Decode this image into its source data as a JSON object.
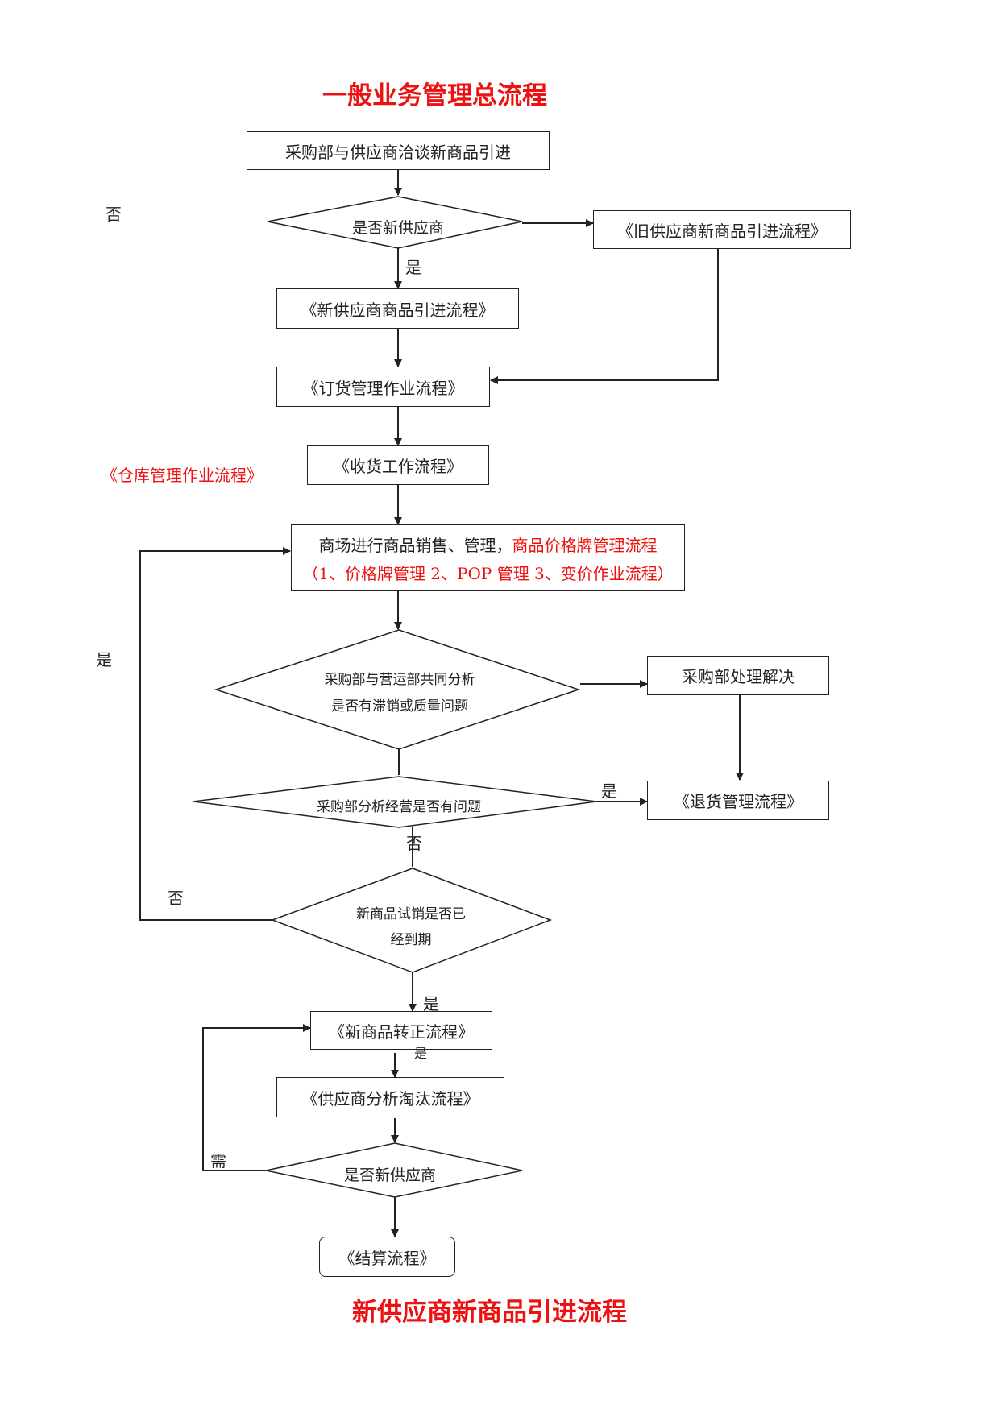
{
  "title_main": "一般业务管理总流程",
  "title_next": "新供应商新商品引进流程",
  "colors": {
    "accent": "#ee1111",
    "line": "#222222"
  },
  "nodes": {
    "start": "采购部与供应商洽谈新商品引进",
    "decision_new_supplier": "是否新供应商",
    "old_supplier_flow": "《旧供应商新商品引进流程》",
    "new_supplier_flow": "《新供应商商品引进流程》",
    "order_flow": "《订货管理作业流程》",
    "receiving_flow": "《收货工作流程》",
    "warehouse_flow": "《仓库管理作业流程》",
    "store_ops_line1_prefix": "商场进行商品销售、管理，",
    "store_ops_line1_red": "商品价格牌管理流程",
    "store_ops_line2": "（1、价格牌管理 2、POP 管理 3、变价作业流程）",
    "decision_analysis_line1": "采购部与营运部共同分析",
    "decision_analysis_line2": "是否有滞销或质量问题",
    "purchasing_resolve": "采购部处理解决",
    "decision_operation": "采购部分析经营是否有问题",
    "return_flow": "《退货管理流程》",
    "decision_trial_line1": "新商品试销是否已",
    "decision_trial_line2": "经到期",
    "regularize_flow": "《新商品转正流程》",
    "supplier_elimination_flow": "《供应商分析淘汰流程》",
    "decision_new_supplier_2": "是否新供应商",
    "settlement_flow": "《结算流程》"
  },
  "labels": {
    "no_top": "否",
    "yes_1": "是",
    "yes_left": "是",
    "yes_return": "是",
    "no_under_op": "否",
    "no_left": "否",
    "yes_trial": "是",
    "yes_under_regularize": "是",
    "need": "需"
  }
}
